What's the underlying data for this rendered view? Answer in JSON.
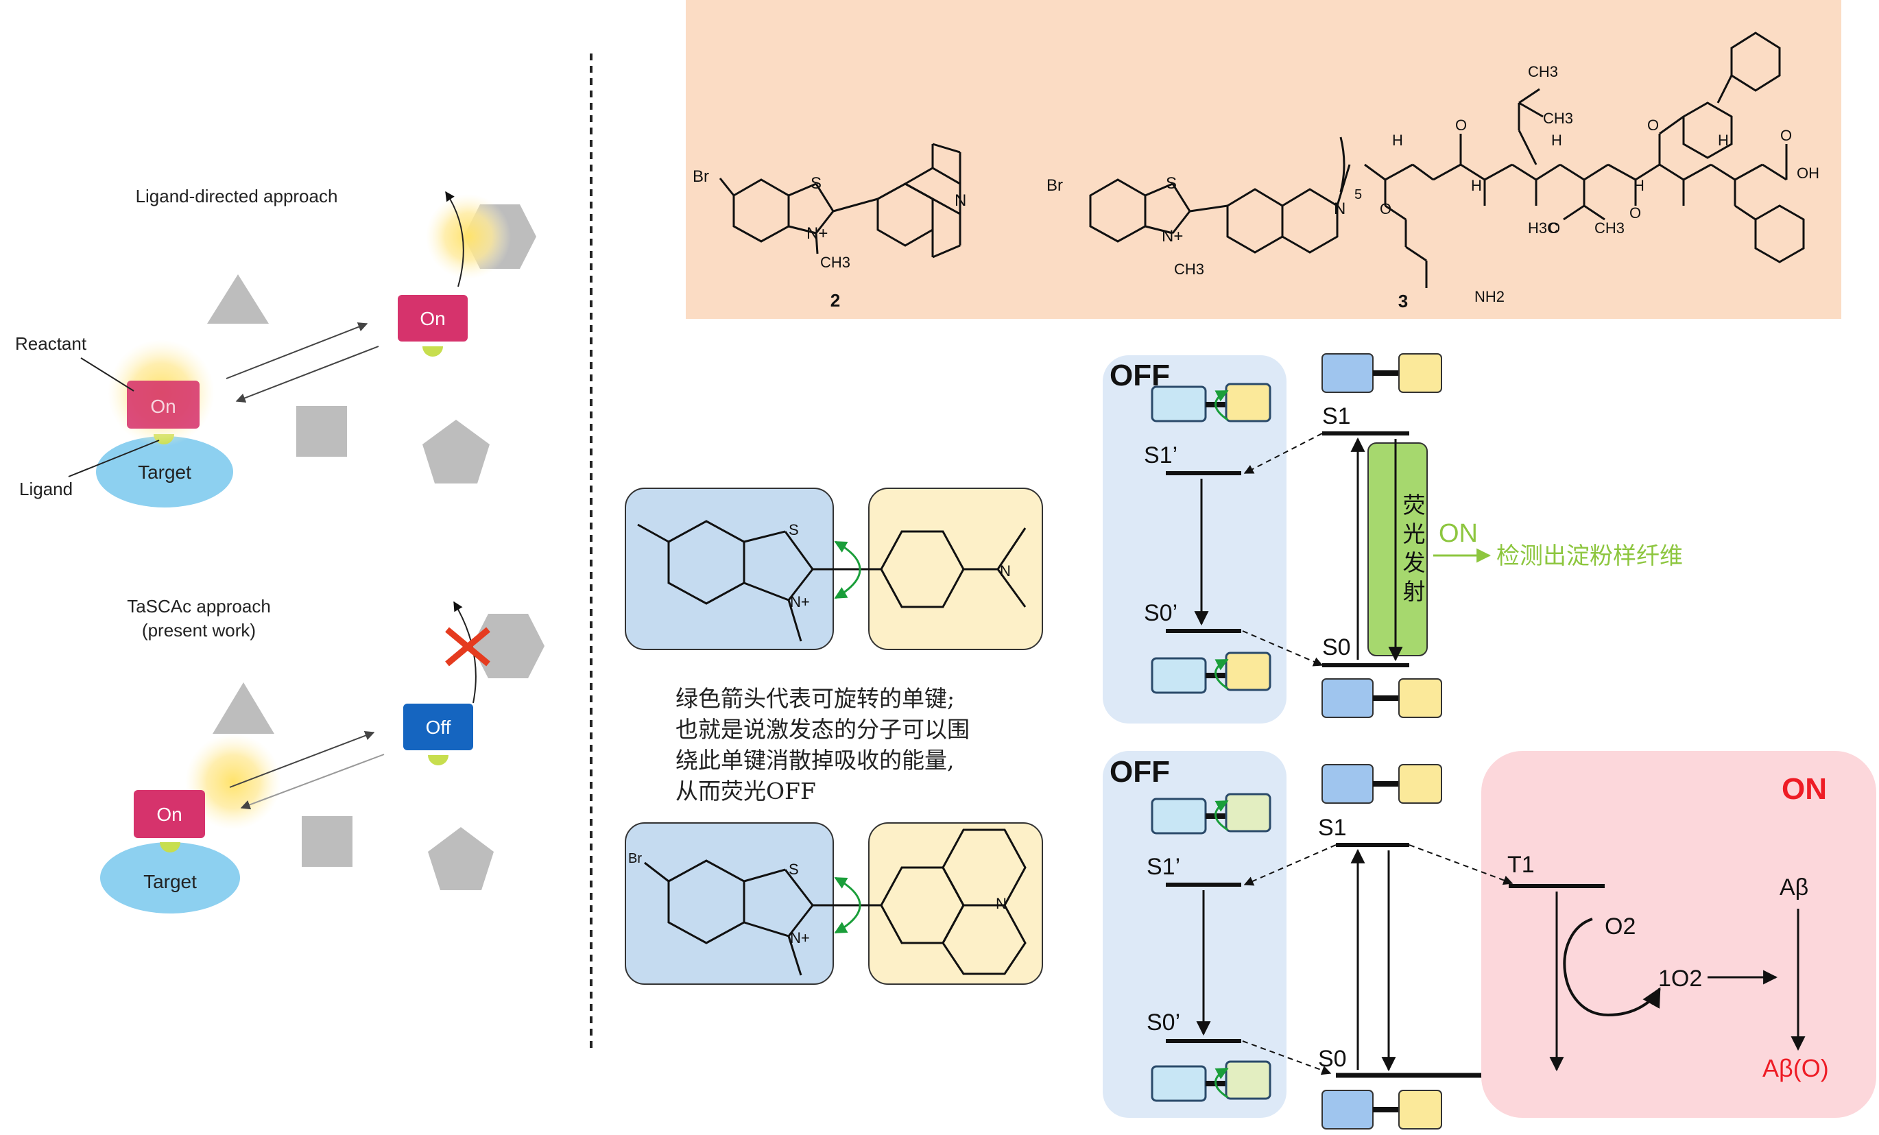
{
  "colors": {
    "chem_panel_bg": "#fbdcc4",
    "off_panel_bg": "#dde9f7",
    "on_panel_bg": "#fcd7db",
    "on_label": "#ee1c25",
    "green_text": "#8dc63f",
    "green_bar": "#a6d86e",
    "on_tag": "#d6336c",
    "off_tag": "#1565c0",
    "target": "#8dd0f0",
    "gray_shape": "#bdbdbd",
    "blue_box": "#9fc5ee",
    "yellow_box": "#fbe99a"
  },
  "left": {
    "top_heading": "Ligand-directed approach",
    "bottom_heading_line1": "TaSCAc approach",
    "bottom_heading_line2": "(present work)",
    "reactant_label": "Reactant",
    "ligand_label": "Ligand",
    "target_top": "Target",
    "target_bottom": "Target",
    "tag_on_1": "On",
    "tag_on_2": "On",
    "tag_off": "Off",
    "tag_on_3": "On"
  },
  "chem": {
    "compound_2": "2",
    "compound_3": "3",
    "br": "Br",
    "s": "S",
    "n": "N",
    "n_plus": "N+",
    "ch3": "CH3",
    "nh2": "NH2",
    "h": "H",
    "o": "O",
    "oh": "OH",
    "h3c": "H3C",
    "subscript_5": "5"
  },
  "middle": {
    "note_line1": "绿色箭头代表可旋转的单键;",
    "note_line2": "也就是说激发态的分子可以围",
    "note_line3": "绕此单键消散掉吸收的能量,",
    "note_line4": "从而荧光OFF"
  },
  "jablonski_top": {
    "off_label": "OFF",
    "s1": "S1",
    "s1p": "S1’",
    "s0": "S0",
    "s0p": "S0’",
    "emission_vertical": [
      "荧",
      "光",
      "发",
      "射"
    ],
    "on_label": "ON",
    "result": "检测出淀粉样纤维"
  },
  "jablonski_bottom": {
    "off_label": "OFF",
    "on_label": "ON",
    "s1": "S1",
    "s1p": "S1’",
    "s0": "S0",
    "s0p": "S0’",
    "t1": "T1",
    "o2": "O2",
    "singlet_o2": "1O2",
    "abeta": "Aβ",
    "abeta_ox": "Aβ(O)"
  }
}
